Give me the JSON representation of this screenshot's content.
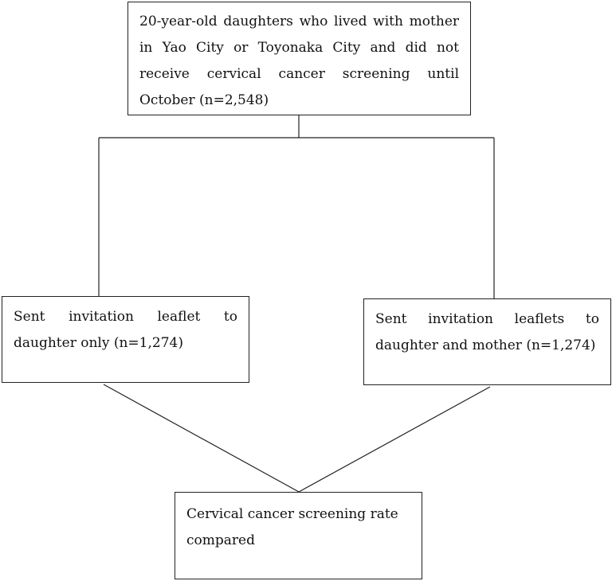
{
  "diagram": {
    "type": "flowchart",
    "nodes": {
      "eligible_population": {
        "label": "20-year-old daughters who lived with mother in Yao City or Toyonaka City and did not receive cervical cancer screening until October (n=2,548)"
      },
      "daughter_only_group": {
        "label": "Sent invitation leaflet to daughter only (n=1,274)"
      },
      "daughter_and_mother_group": {
        "label": "Sent invitation leaflets to daughter and mother (n=1,274)"
      },
      "outcome": {
        "label": "Cervical cancer screening rate compared"
      }
    },
    "edges": [
      {
        "from": "eligible_population",
        "to": "daughter_only_group"
      },
      {
        "from": "eligible_population",
        "to": "daughter_and_mother_group"
      },
      {
        "from": "daughter_only_group",
        "to": "outcome"
      },
      {
        "from": "daughter_and_mother_group",
        "to": "outcome"
      }
    ],
    "colors": {
      "line": "#222222",
      "text": "#111111",
      "background": "#ffffff"
    }
  }
}
